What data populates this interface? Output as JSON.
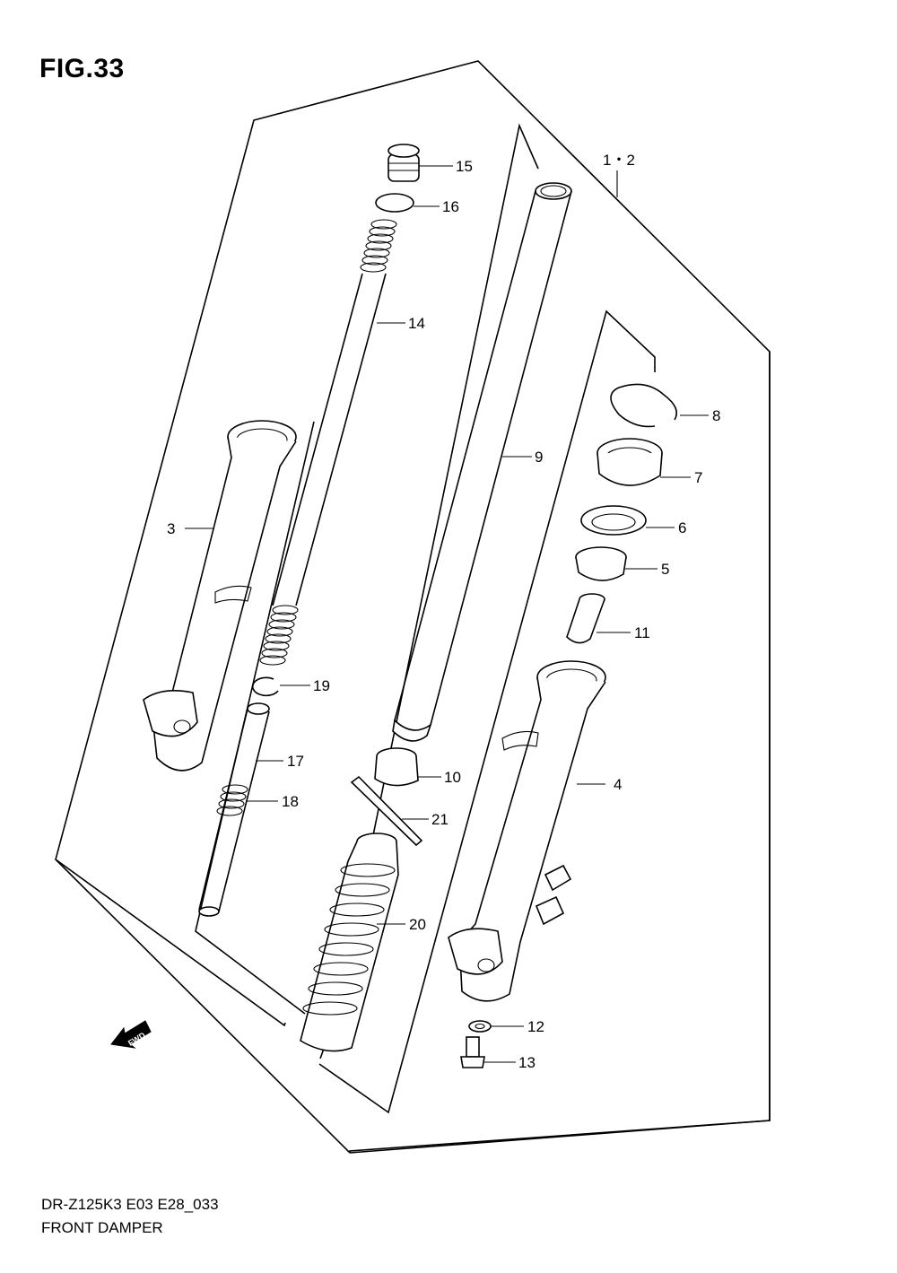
{
  "figure": {
    "title": "FIG.33",
    "model_code": "DR-Z125K3 E03 E28_033",
    "name": "FRONT DAMPER"
  },
  "assembly_label": "1・2",
  "fwd_label": "FWD",
  "callouts": {
    "p3": "3",
    "p4": "4",
    "p5": "5",
    "p6": "6",
    "p7": "7",
    "p8": "8",
    "p9": "9",
    "p10": "10",
    "p11": "11",
    "p12": "12",
    "p13": "13",
    "p14": "14",
    "p15": "15",
    "p16": "16",
    "p17": "17",
    "p18": "18",
    "p19": "19",
    "p20": "20",
    "p21": "21"
  }
}
